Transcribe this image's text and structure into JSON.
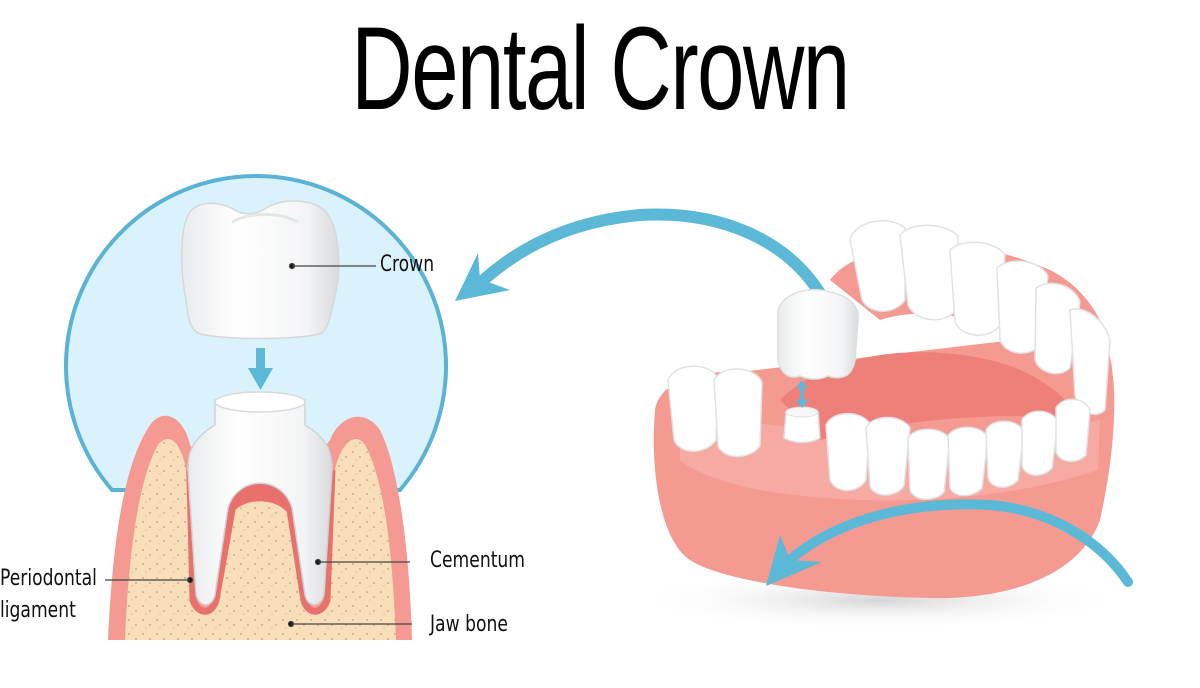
{
  "title": "Dental Crown",
  "labels": {
    "crown": "Crown",
    "cementum": "Cementum",
    "periodontal_line1": "Periodontal",
    "periodontal_line2": "ligament",
    "jaw_bone": "Jaw bone"
  },
  "colors": {
    "arrow_blue": "#5bb8d6",
    "circle_fill": "#d9f2fb",
    "circle_stroke": "#5ab3d6",
    "gum_pink": "#f49a92",
    "gum_dark": "#e8716d",
    "bone": "#f9dfb9",
    "tooth_white": "#ffffff",
    "tooth_shade": "#e4e6e8"
  }
}
